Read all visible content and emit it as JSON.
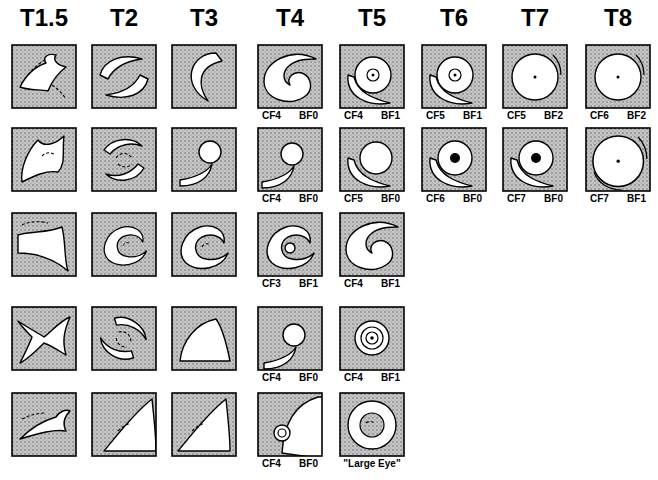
{
  "diagram": {
    "labels": [
      "T1.5",
      "T2",
      "T3",
      "T4",
      "T5",
      "T6",
      "T7",
      "T8",
      "CF4",
      "BF0",
      "CF4",
      "BF1",
      "CF5",
      "BF1",
      "CF5",
      "BF2",
      "CF6",
      "BF2",
      "CF4",
      "BF0",
      "CF5",
      "BF0",
      "CF6",
      "BF0",
      "CF7",
      "BF0",
      "CF7",
      "BF1",
      "CF3",
      "BF1",
      "CF4",
      "BF1",
      "CF4",
      "BF0",
      "CF4",
      "BF1",
      "CF4",
      "BF0",
      "\"Large Eye\""
    ]
  }
}
